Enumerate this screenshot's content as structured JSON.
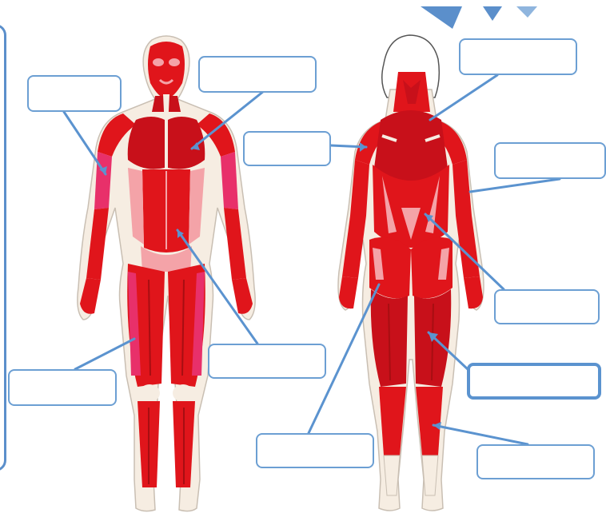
{
  "worksheet": {
    "answer_boxes": [
      {
        "id": "front-upper-left",
        "value": "",
        "placeholder": ""
      },
      {
        "id": "front-upper-right",
        "value": "",
        "placeholder": ""
      },
      {
        "id": "front-lower-left",
        "value": "",
        "placeholder": ""
      },
      {
        "id": "front-lower-right",
        "value": "",
        "placeholder": ""
      },
      {
        "id": "back-mid-left",
        "value": "",
        "placeholder": ""
      },
      {
        "id": "back-top-right",
        "value": "",
        "placeholder": ""
      },
      {
        "id": "back-right-shoulder",
        "value": "",
        "placeholder": ""
      },
      {
        "id": "back-right-mid",
        "value": "",
        "placeholder": ""
      },
      {
        "id": "back-right-selected",
        "value": "",
        "placeholder": ""
      },
      {
        "id": "back-lower-left",
        "value": "",
        "placeholder": ""
      },
      {
        "id": "back-lower-right",
        "value": "",
        "placeholder": ""
      }
    ],
    "selected_box": "back-right-selected"
  },
  "colors": {
    "muscle_red": "#e0151b",
    "muscle_dark": "#a80e12",
    "muscle_light": "#f4a3a8",
    "muscle_pink": "#e8306a",
    "skin": "#f6ede2",
    "box_border": "#6c9fd3",
    "arrow": "#5b93cf"
  },
  "icons": [
    "front-body-figure",
    "back-body-figure",
    "triangle-decoration"
  ]
}
